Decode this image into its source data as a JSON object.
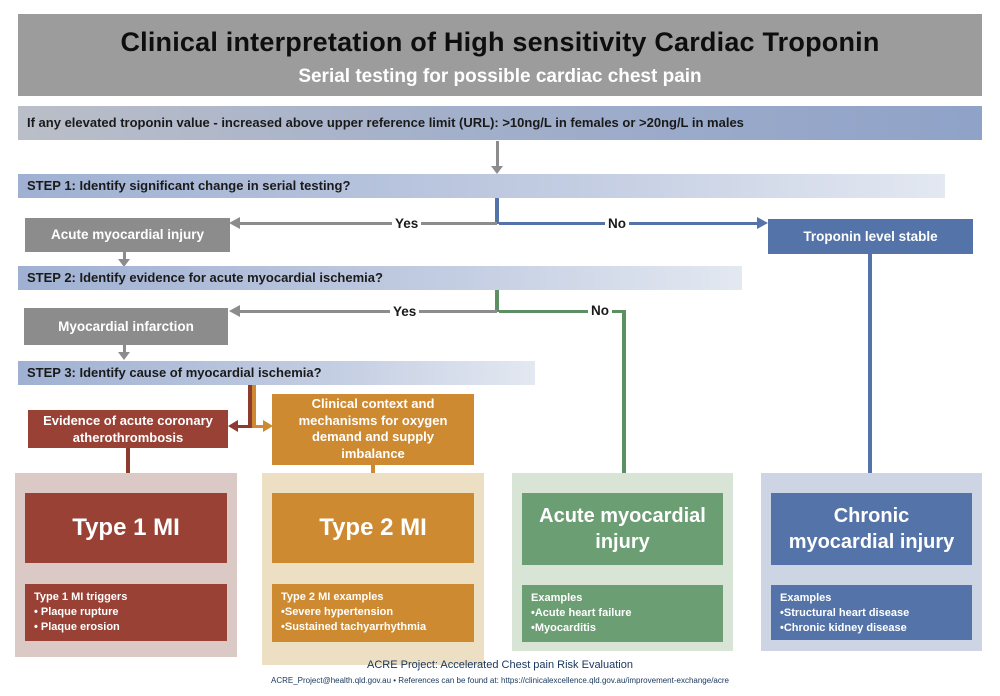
{
  "title": {
    "heading": "Clinical interpretation of High sensitivity Cardiac Troponin",
    "subheading": "Serial testing for possible cardiac chest pain"
  },
  "criteria_bar": {
    "text": "If any elevated troponin value - increased above upper reference limit (URL):  >10ng/L in females or >20ng/L in males"
  },
  "steps": [
    {
      "label": "STEP 1: Identify significant change in serial testing?"
    },
    {
      "label": "STEP 2: Identify evidence for acute myocardial ischemia?"
    },
    {
      "label": "STEP 3: Identify cause of myocardial ischemia?"
    }
  ],
  "decision1": {
    "yes": "Yes",
    "no": "No"
  },
  "decision2": {
    "yes": "Yes",
    "no": "No"
  },
  "boxes": {
    "acute_myocardial_injury": "Acute myocardial injury",
    "troponin_level_stable": "Troponin level stable",
    "myocardial_infarction": "Myocardial infarction",
    "atherothrombosis": "Evidence of acute coronary\natherothrombosis",
    "clinical_context": "Clinical context and\nmechanisms for oxygen\ndemand and supply\nimbalance"
  },
  "outcomes": [
    {
      "title": "Type 1 MI",
      "detail_heading": "Type 1 MI triggers",
      "items": [
        "• Plaque rupture",
        "• Plaque erosion"
      ]
    },
    {
      "title": "Type 2 MI",
      "detail_heading": "Type 2 MI examples",
      "items": [
        "•Severe hypertension",
        "•Sustained tachyarrhythmia"
      ]
    },
    {
      "title": "Acute myocardial\ninjury",
      "detail_heading": "Examples",
      "items": [
        "•Acute heart failure",
        "•Myocarditis"
      ]
    },
    {
      "title": "Chronic\nmyocardial injury",
      "detail_heading": "Examples",
      "items": [
        "•Structural heart disease",
        "•Chronic kidney disease"
      ]
    }
  ],
  "footer": {
    "line1": "ACRE Project: Accelerated Chest pain Risk Evaluation",
    "line2": "ACRE_Project@health.qld.gov.au • References can be found at: https://clinicalexcellence.qld.gov.au/improvement-exchange/acre"
  },
  "palette": {
    "title_bar_gray": "#9c9c9c",
    "box_gray": "#8c8c8c",
    "blue": "#5473a8",
    "green": "#5d8f64",
    "green_box": "#6b9e72",
    "dark_red": "#9a4136",
    "dark_red_line": "#8e3a2e",
    "orange": "#ce8a30",
    "panel_red": "#dbc9c6",
    "panel_orange": "#ecdfc3",
    "panel_green": "#d8e4d6",
    "panel_blue": "#cdd5e4",
    "bar_gradient_left": "#9fb0d2",
    "bar_gradient_right": "#e3e8f1",
    "footer_navy": "#17365d"
  }
}
